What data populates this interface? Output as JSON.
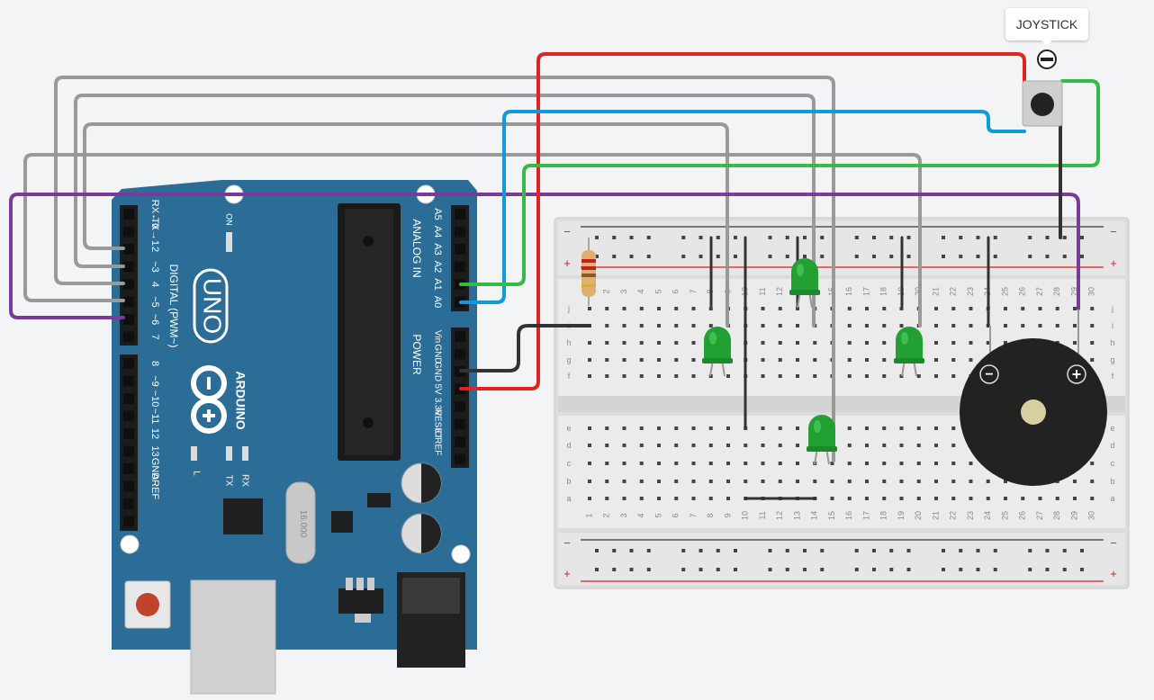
{
  "tooltip": {
    "label": "JOYSTICK"
  },
  "arduino": {
    "model": "UNO",
    "brand": "ARDUINO",
    "on_label": "ON",
    "digital_header": "DIGITAL (PWM~)",
    "digital_pins": [
      "RX←0",
      "TX→1",
      "2",
      "~3",
      "4",
      "~5",
      "~6",
      "7"
    ],
    "digital_pins2": [
      "8",
      "~9",
      "~10",
      "~11",
      "12",
      "13",
      "GND",
      "AREF"
    ],
    "analog_header": "ANALOG IN",
    "analog_pins": [
      "A5",
      "A4",
      "A3",
      "A2",
      "A1",
      "A0"
    ],
    "power_header": "POWER",
    "power_pins": [
      "Vin",
      "GND",
      "GND",
      "5V",
      "3.3V",
      "RESET",
      "IOREF"
    ],
    "led_labels": [
      "L",
      "TX",
      "RX"
    ],
    "crystal_text": "16.000"
  },
  "breadboard": {
    "rows_top": [
      "j",
      "i",
      "h",
      "g",
      "f"
    ],
    "rows_bottom": [
      "e",
      "d",
      "c",
      "b",
      "a"
    ],
    "columns": [
      "1",
      "2",
      "3",
      "4",
      "5",
      "6",
      "7",
      "8",
      "9",
      "10",
      "11",
      "12",
      "13",
      "14",
      "15",
      "16",
      "17",
      "18",
      "19",
      "20",
      "21",
      "22",
      "23",
      "24",
      "25",
      "26",
      "27",
      "28",
      "29",
      "30"
    ],
    "rail_plus": "+",
    "rail_minus": "−"
  },
  "buzzer": {
    "minus": "−",
    "plus": "+"
  },
  "colors": {
    "wire_red": "#e02424",
    "wire_blue": "#1199dd",
    "wire_green": "#33bb44",
    "wire_gray": "#999999",
    "wire_purple": "#7a3a9a",
    "wire_black": "#333333",
    "board": "#2b6d96",
    "led": "#22a033"
  }
}
